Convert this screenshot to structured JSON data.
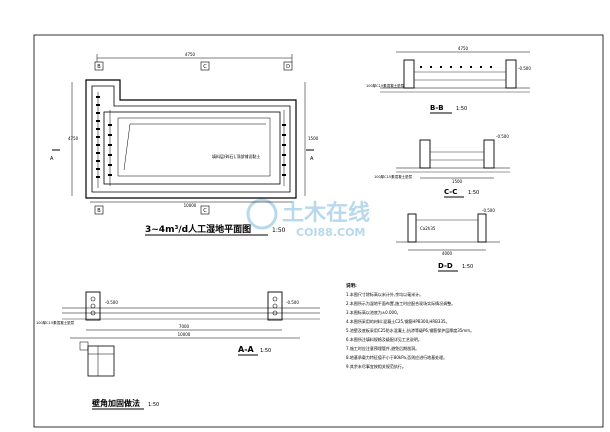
{
  "plan": {
    "title": "3~4m³/d人工湿地平面图",
    "scale": "1:50",
    "dim_top": "4750",
    "dim_left": "4750",
    "dim_right": "1500",
    "dim_bottom": "10000",
    "grid_a": "A",
    "grid_b": "B",
    "grid_c": "C",
    "grid_d": "D",
    "marker_a_left": "A",
    "marker_a_right": "A",
    "note": "填料层(碎石),顶部铺设黏土"
  },
  "section_aa": {
    "label": "A-A",
    "scale": "1:50",
    "ground_level": "100厚C15素混凝土垫层",
    "left_elev": "-0.500",
    "right_elev": "-0.500",
    "dim_total": "10000",
    "dim_inner": "7000"
  },
  "section_bb": {
    "label": "B-B",
    "scale": "1:50",
    "dim": "4750",
    "base": "100厚C15素混凝土垫层",
    "elev": "-0.500"
  },
  "section_cc": {
    "label": "C-C",
    "scale": "1:50",
    "dim": "1500",
    "base": "100厚C15素混凝土垫层",
    "elev": "-0.500"
  },
  "section_dd": {
    "label": "D-D",
    "scale": "1:50",
    "dim": "4000",
    "fill": "Ca2h35",
    "elev": "-0.500"
  },
  "corner": {
    "title": "壁角加固做法",
    "scale": "1:50"
  },
  "notes_heading": "说明:",
  "notes": [
    "1.本图尺寸除标高以米计外,余均以毫米计。",
    "2.本图所示为湿地平面布置,施工时应配合现场实际情况调整。",
    "3.本图标高以池底为±0.000。",
    "4.本图所采用的材料:混凝土C25,钢筋HPB300,HRB335。",
    "5.池壁及底板采用C25防水混凝土,抗渗等级P6,钢筋保护层厚度35mm。",
    "6.本图所注填料规格及级配详见工艺说明。",
    "7.施工时应注意预埋管件,避免后期凿洞。",
    "8.地基承载力特征值不小于80kPa,否则应进行地基处理。",
    "9.其余未尽事宜按相关规范执行。"
  ],
  "watermark": {
    "cn": "土木在线",
    "en": "COI88.COM"
  }
}
